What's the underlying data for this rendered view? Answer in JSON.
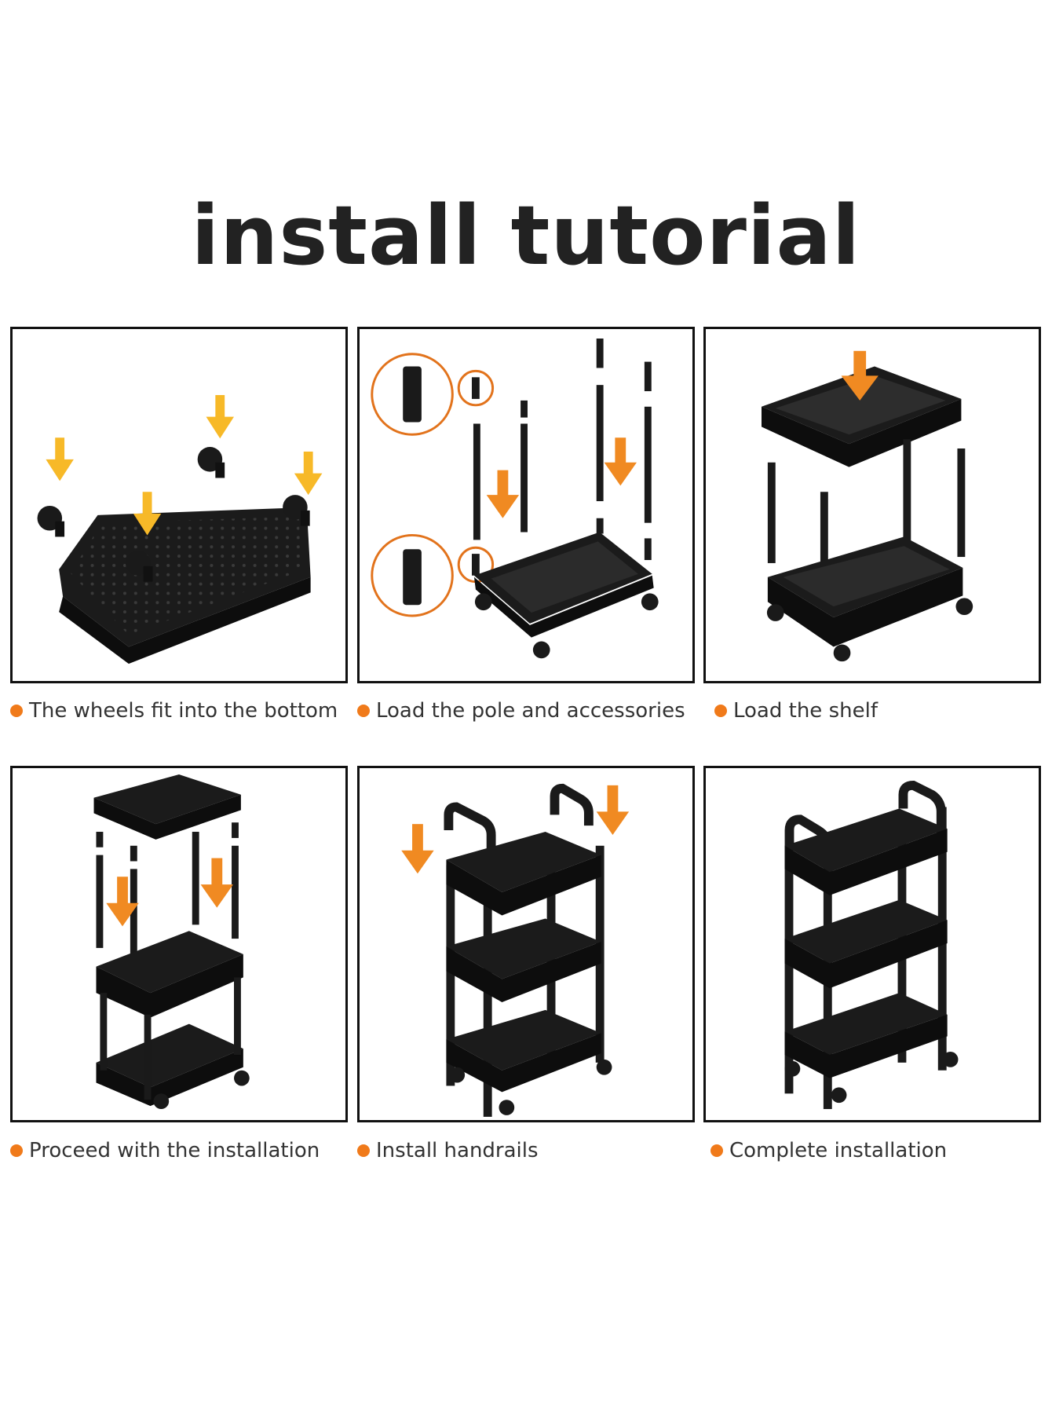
{
  "title": "install tutorial",
  "accent_color": "#f07a1a",
  "arrow_colors": {
    "yellow": "#f7b928",
    "orange": "#f08a22"
  },
  "steps": [
    {
      "caption": "The wheels fit into the bottom",
      "icon": "wheel-icon"
    },
    {
      "caption": "Load the pole and accessories",
      "icon": "pole-icon"
    },
    {
      "caption": "Load the shelf",
      "icon": "shelf-icon"
    },
    {
      "caption": "Proceed with the installation",
      "icon": "cart-icon"
    },
    {
      "caption": "Install handrails",
      "icon": "handle-icon"
    },
    {
      "caption": "Complete installation",
      "icon": "cart-icon"
    }
  ]
}
